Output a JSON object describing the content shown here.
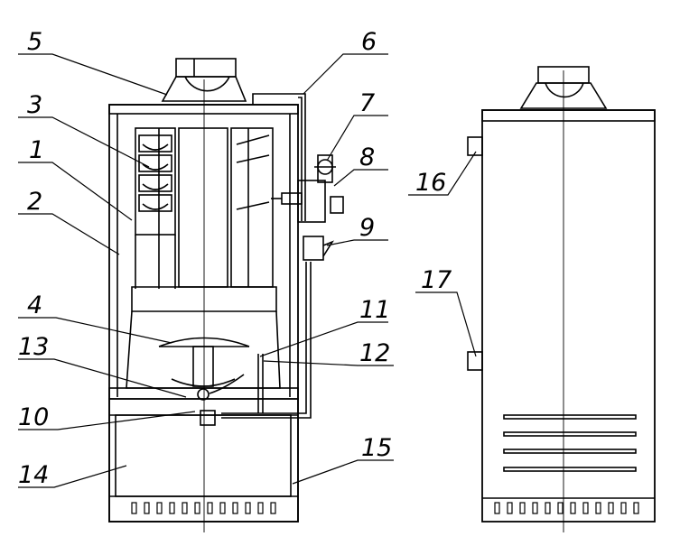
{
  "callouts": [
    {
      "number": "1",
      "target": "inner-casing"
    },
    {
      "number": "2",
      "target": "outer-casing"
    },
    {
      "number": "3",
      "target": "heat-exchanger-baffles"
    },
    {
      "number": "4",
      "target": "burner"
    },
    {
      "number": "5",
      "target": "flue-hood"
    },
    {
      "number": "6",
      "target": "thermocouple-pipe"
    },
    {
      "number": "7",
      "target": "gas-valve"
    },
    {
      "number": "8",
      "target": "gas-valve-knob"
    },
    {
      "number": "9",
      "target": "gas-tap"
    },
    {
      "number": "10",
      "target": "burner-nozzle"
    },
    {
      "number": "11",
      "target": "pilot-tube"
    },
    {
      "number": "12",
      "target": "thermocouple"
    },
    {
      "number": "13",
      "target": "pilot-burner"
    },
    {
      "number": "14",
      "target": "base-frame"
    },
    {
      "number": "15",
      "target": "base-panel"
    },
    {
      "number": "16",
      "target": "upper-connection"
    },
    {
      "number": "17",
      "target": "lower-connection"
    }
  ],
  "views": [
    "front-section-view",
    "side-view"
  ]
}
